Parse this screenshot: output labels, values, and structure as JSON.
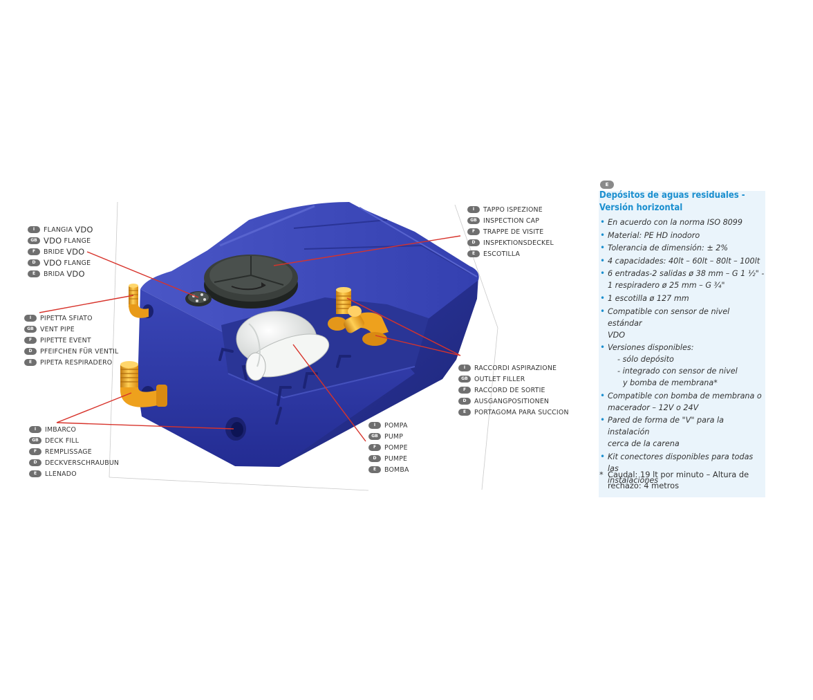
{
  "callouts": {
    "flange": [
      {
        "badge": "I",
        "text": "FLANGIA ",
        "vdo": "VDO",
        "vdo_first": false
      },
      {
        "badge": "GB",
        "text": " FLANGE",
        "vdo": "VDO",
        "vdo_first": true
      },
      {
        "badge": "F",
        "text": "BRIDE ",
        "vdo": "VDO",
        "vdo_first": false
      },
      {
        "badge": "D",
        "text": " FLANGE",
        "vdo": "VDO",
        "vdo_first": true
      },
      {
        "badge": "E",
        "text": "BRIDA ",
        "vdo": "VDO",
        "vdo_first": false
      }
    ],
    "vent": [
      {
        "badge": "I",
        "text": "PIPETTA SFIATO"
      },
      {
        "badge": "GB",
        "text": "VENT PIPE"
      },
      {
        "badge": "F",
        "text": "PIPETTE EVENT"
      },
      {
        "badge": "D",
        "text": "PFEIFCHEN FÜR VENTIL"
      },
      {
        "badge": "E",
        "text": "PIPETA RESPIRADERO"
      }
    ],
    "deck": [
      {
        "badge": "I",
        "text": "IMBARCO"
      },
      {
        "badge": "GB",
        "text": "DECK FILL"
      },
      {
        "badge": "F",
        "text": "REMPLISSAGE"
      },
      {
        "badge": "D",
        "text": "DECKVERSCHRAUBUN"
      },
      {
        "badge": "E",
        "text": "LLENADO"
      }
    ],
    "cap": [
      {
        "badge": "I",
        "text": "TAPPO ISPEZIONE"
      },
      {
        "badge": "GB",
        "text": "INSPECTION CAP"
      },
      {
        "badge": "F",
        "text": "TRAPPE DE VISITE"
      },
      {
        "badge": "D",
        "text": "INSPEKTIONSDECKEL"
      },
      {
        "badge": "E",
        "text": "ESCOTILLA"
      }
    ],
    "outlet": [
      {
        "badge": "I",
        "text": "RACCORDI ASPIRAZIONE"
      },
      {
        "badge": "GB",
        "text": "OUTLET FILLER"
      },
      {
        "badge": "F",
        "text": "RACCORD DE SORTIE"
      },
      {
        "badge": "D",
        "text": "AUSGANGPOSITIONEN"
      },
      {
        "badge": "E",
        "text": "PORTAGOMA PARA SUCCION"
      }
    ],
    "pump": [
      {
        "badge": "I",
        "text": "POMPA"
      },
      {
        "badge": "GB",
        "text": "PUMP"
      },
      {
        "badge": "F",
        "text": "POMPE"
      },
      {
        "badge": "D",
        "text": "PUMPE"
      },
      {
        "badge": "E",
        "text": "BOMBA"
      }
    ]
  },
  "panel": {
    "badge": "E",
    "title_line1": "Depósitos de aguas residuales -",
    "title_line2": "Versión horizontal",
    "items": [
      {
        "lines": [
          "En acuerdo con la norma ISO 8099"
        ]
      },
      {
        "lines": [
          "Material: PE HD inodoro"
        ]
      },
      {
        "lines": [
          "Tolerancia de dimensión: ± 2%"
        ]
      },
      {
        "lines": [
          "4 capacidades: 40lt – 60lt – 80lt – 100lt"
        ]
      },
      {
        "lines": [
          "6 entradas-2 salidas ø 38 mm – G 1 ½\" -",
          "1 respiradero ø 25 mm – G ¾\""
        ]
      },
      {
        "lines": [
          "1 escotilla ø 127 mm"
        ]
      },
      {
        "lines": [
          "Compatible con sensor de nivel estándar",
          "VDO"
        ]
      },
      {
        "lines": [
          "Versiones disponibles:"
        ],
        "sub": [
          "- sólo depósito",
          "- integrado con sensor de nivel"
        ],
        "sub2": [
          "y bomba de membrana*"
        ]
      },
      {
        "lines": [
          "Compatible con bomba de membrana o",
          "macerador – 12V o 24V"
        ]
      },
      {
        "lines": [
          "Pared de forma de \"V\" para la instalación",
          "cerca de la carena"
        ]
      },
      {
        "lines": [
          "Kit conectores disponibles para todas las",
          "instalaciones"
        ]
      }
    ],
    "note_star": "*",
    "note_line1": "Caudal: 19 lt por minuto – Altura de",
    "note_line2": "rechazo: 4 metros"
  },
  "colors": {
    "tank": "#2e3aa8",
    "tank_dark": "#1f2880",
    "tank_light": "#4a56c4",
    "fitting": "#f0a21b",
    "cap": "#3a3f3c",
    "pump": "#eef0ee",
    "leader": "#d7332b",
    "accent": "#1b8fcf"
  }
}
